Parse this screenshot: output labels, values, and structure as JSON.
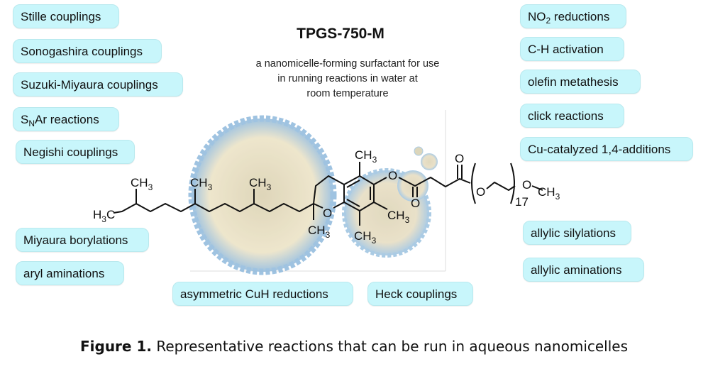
{
  "title": "TPGS-750-M",
  "subtitle_lines": [
    "a nanomicelle-forming surfactant for use",
    "in running reactions in water at",
    "room temperature"
  ],
  "caption": {
    "label": "Figure 1.",
    "text": " Representative reactions that can be run in aqueous nanomicelles"
  },
  "colors": {
    "pill_bg": "#c8f6fb",
    "micelle_shell": "#8fb9dc",
    "micelle_core": "#e8dcb4"
  },
  "reactions": [
    {
      "pre": "Stille couplings"
    },
    {
      "pre": "Sonogashira couplings"
    },
    {
      "pre": "Suzuki-Miyaura couplings"
    },
    {
      "pre": "S",
      "sub": "N",
      "post": "Ar reactions"
    },
    {
      "pre": "Negishi couplings"
    },
    {
      "pre": "Miyaura borylations"
    },
    {
      "pre": "aryl aminations"
    },
    {
      "pre": "asymmetric CuH reductions"
    },
    {
      "pre": "Heck couplings"
    },
    {
      "pre": "NO",
      "sub": "2",
      "post": " reductions"
    },
    {
      "pre": "C-H activation"
    },
    {
      "pre": "olefin metathesis"
    },
    {
      "pre": "click reactions"
    },
    {
      "pre": "Cu-catalyzed 1,4-additions"
    },
    {
      "pre": "allylic silylations"
    },
    {
      "pre": "allylic aminations"
    }
  ],
  "structure": {
    "labels": [
      {
        "pre": "H",
        "sub": "3",
        "post": "C"
      },
      {
        "pre": "CH",
        "sub": "3"
      },
      {
        "pre": "CH",
        "sub": "3"
      },
      {
        "pre": "CH",
        "sub": "3"
      },
      {
        "pre": "O"
      },
      {
        "pre": "CH",
        "sub": "3"
      },
      {
        "pre": "CH",
        "sub": "3"
      },
      {
        "pre": "CH",
        "sub": "3"
      },
      {
        "pre": "CH",
        "sub": "3"
      },
      {
        "pre": "O"
      },
      {
        "pre": "O"
      },
      {
        "pre": "O"
      },
      {
        "pre": "O"
      },
      {
        "pre": "O"
      },
      {
        "pre": "CH",
        "sub": "3"
      },
      {
        "pre": "17"
      }
    ]
  }
}
